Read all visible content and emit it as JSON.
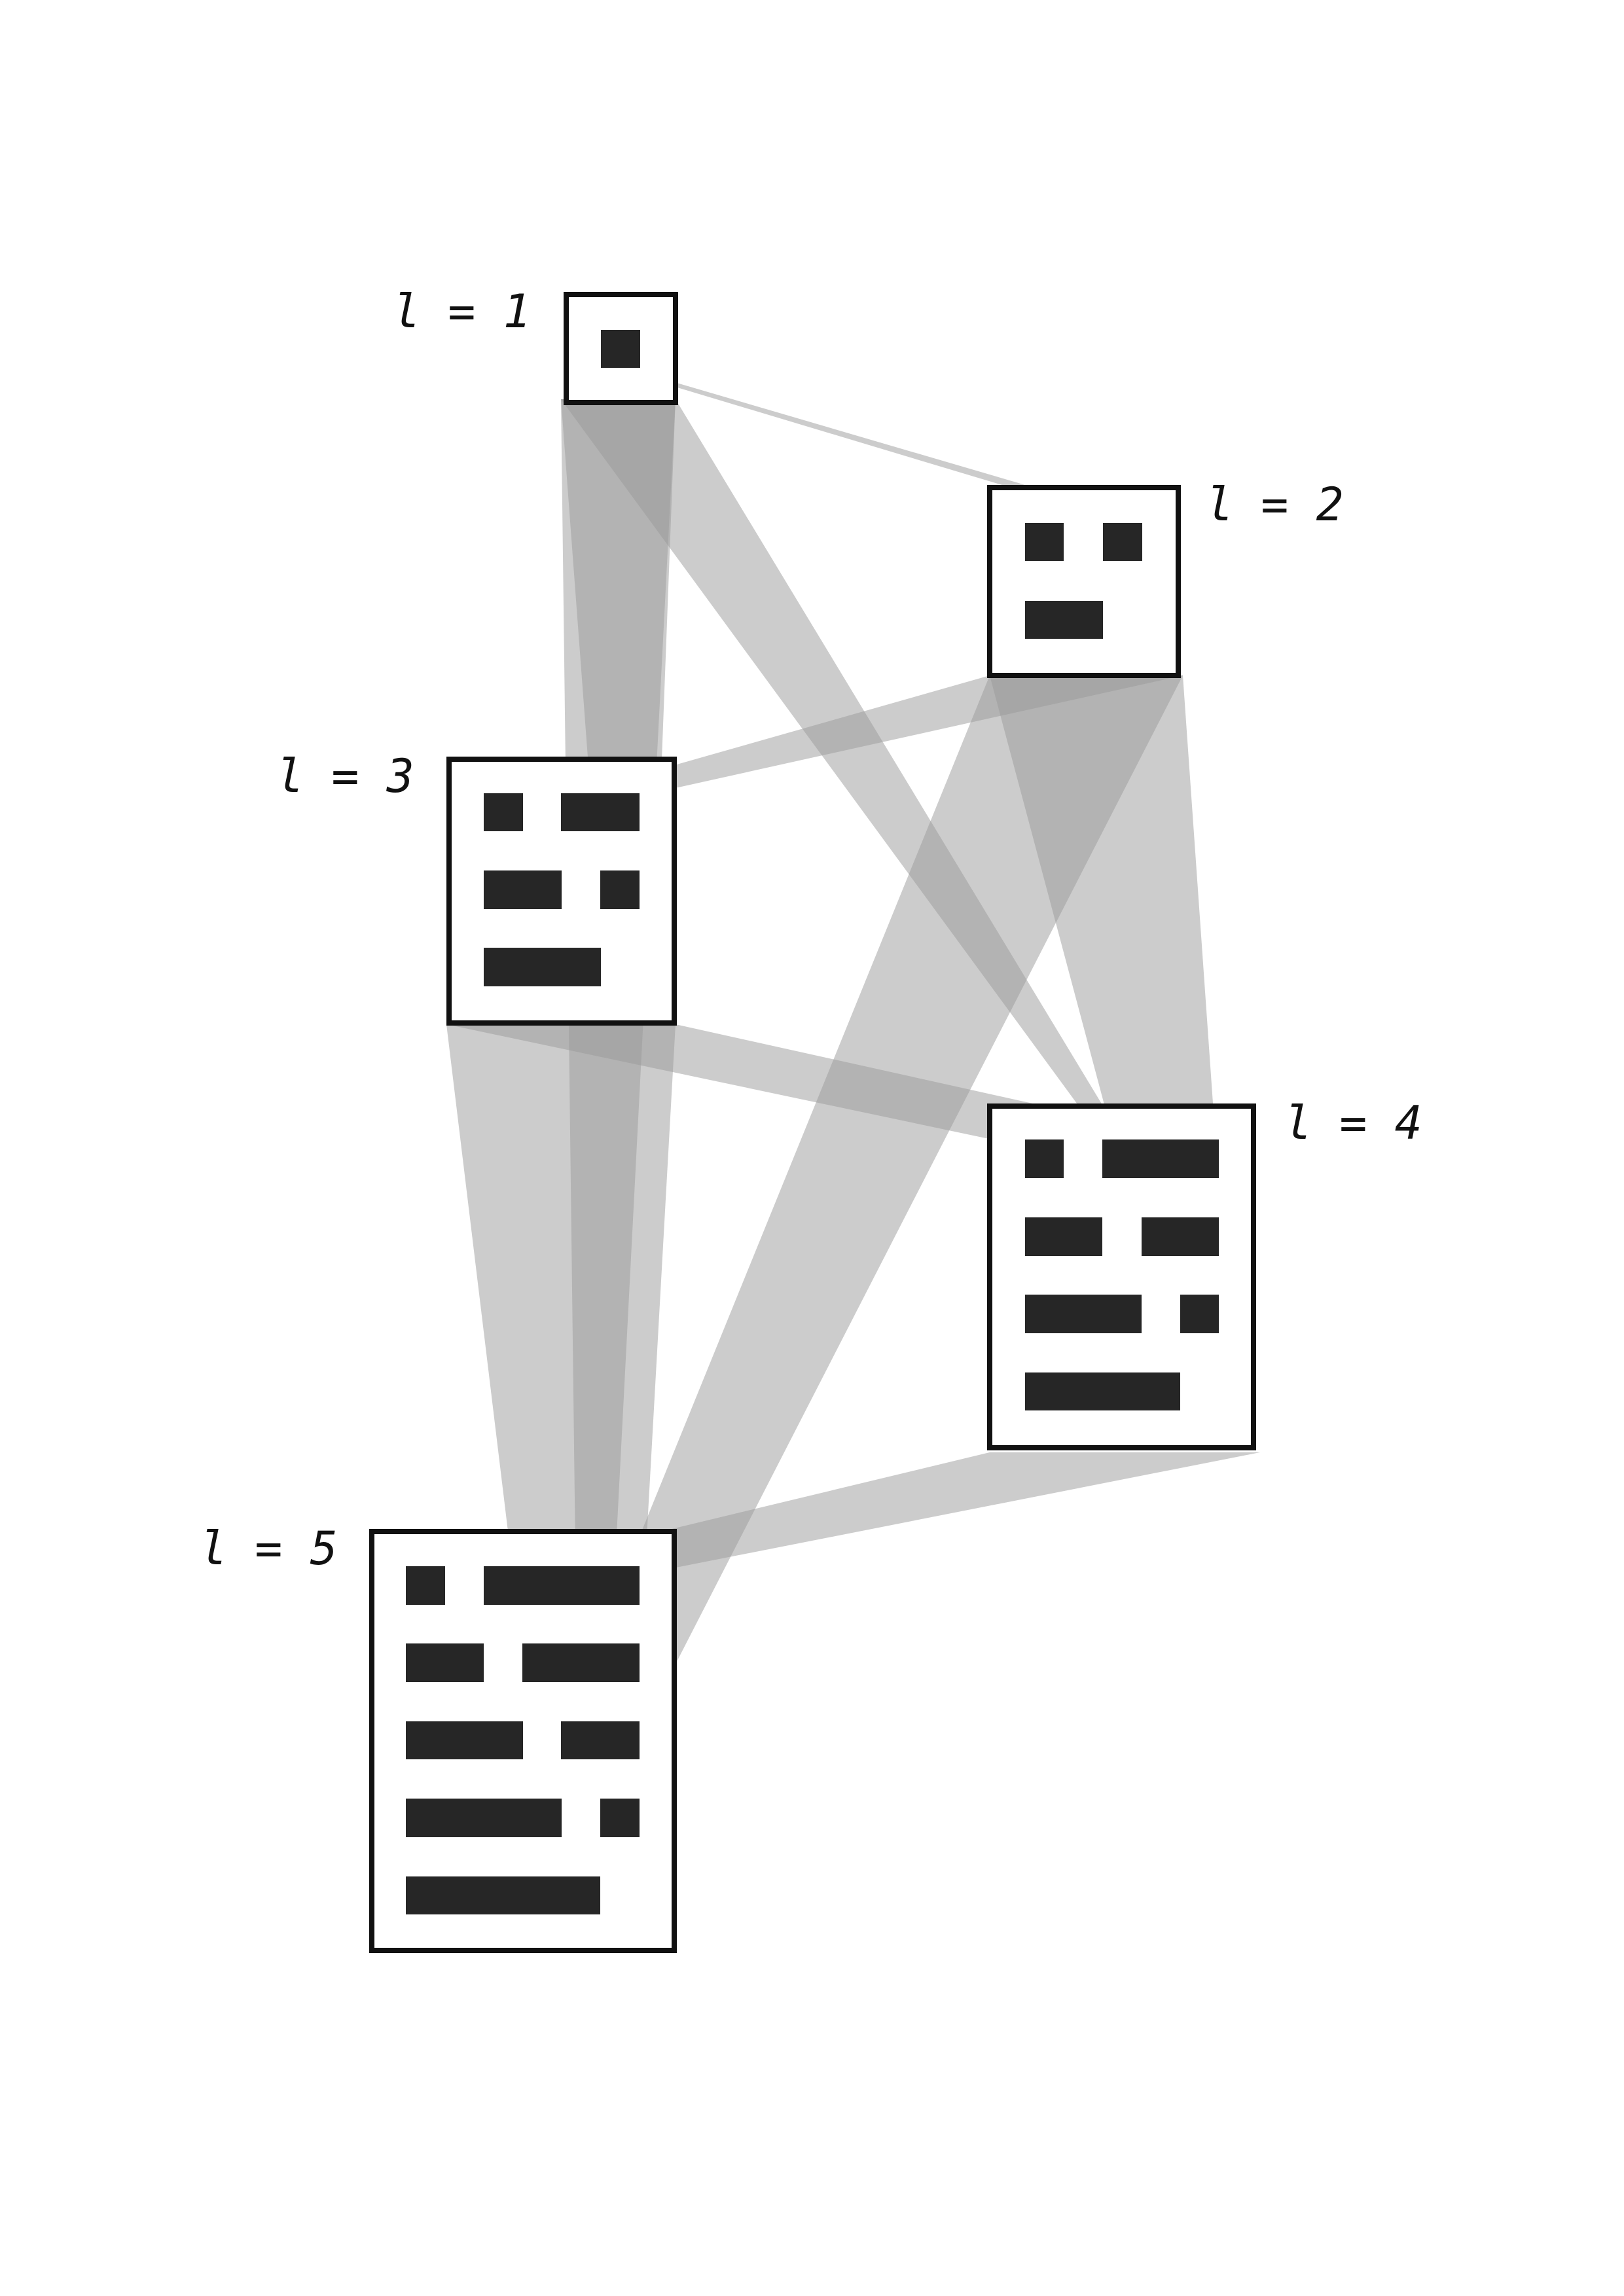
{
  "nodes": [
    {
      "id": "n1",
      "label": "l = 1"
    },
    {
      "id": "n2",
      "label": "l = 2"
    },
    {
      "id": "n3",
      "label": "l = 3"
    },
    {
      "id": "n4",
      "label": "l = 4"
    },
    {
      "id": "n5",
      "label": "l = 5"
    }
  ],
  "connections": [
    {
      "from": "l = 1",
      "to": "l = 2"
    },
    {
      "from": "l = 1",
      "to": "l = 3"
    },
    {
      "from": "l = 1",
      "to": "l = 4"
    },
    {
      "from": "l = 1",
      "to": "l = 5"
    },
    {
      "from": "l = 2",
      "to": "l = 3"
    },
    {
      "from": "l = 2",
      "to": "l = 4"
    },
    {
      "from": "l = 2",
      "to": "l = 5"
    },
    {
      "from": "l = 3",
      "to": "l = 4"
    },
    {
      "from": "l = 3",
      "to": "l = 5"
    },
    {
      "from": "l = 4",
      "to": "l = 5"
    }
  ],
  "colors": {
    "box_stroke": "#111111",
    "bar_fill": "#262626",
    "band_fill": "#9a9a9a",
    "background": "#ffffff"
  }
}
